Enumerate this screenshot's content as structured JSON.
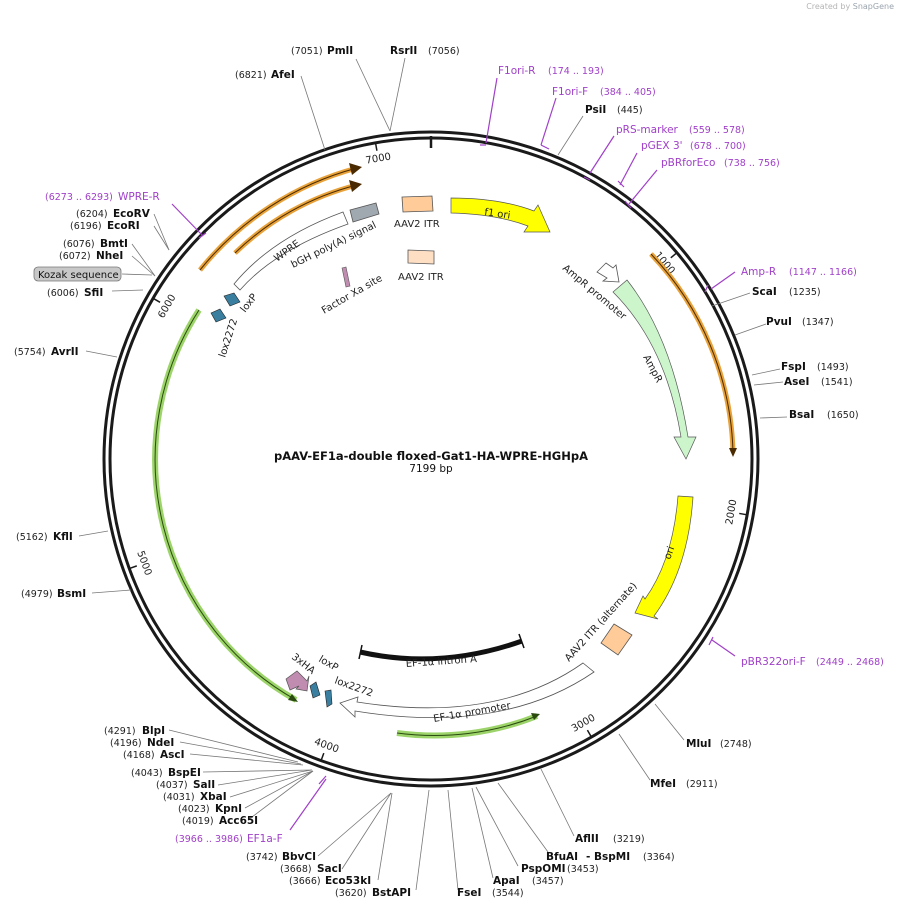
{
  "watermark": {
    "prefix": "Created by",
    "brand": "SnapGene"
  },
  "plasmid": {
    "name": "pAAV-EF1a-double floxed-Gat1-HA-WPRE-HGHpA",
    "size_label": "7199 bp"
  },
  "ticks": [
    {
      "label": "1000",
      "bp": 1000
    },
    {
      "label": "2000",
      "bp": 2000
    },
    {
      "label": "3000",
      "bp": 3000
    },
    {
      "label": "4000",
      "bp": 4000
    },
    {
      "label": "5000",
      "bp": 5000
    },
    {
      "label": "6000",
      "bp": 6000
    },
    {
      "label": "7000",
      "bp": 7000
    }
  ],
  "enzymes": [
    {
      "name": "PmlI",
      "pos": "(7051)"
    },
    {
      "name": "RsrII",
      "pos": "(7056)"
    },
    {
      "name": "AfeI",
      "pos": "(6821)"
    },
    {
      "name": "PsiI",
      "pos": "(445)"
    },
    {
      "name": "ScaI",
      "pos": "(1235)"
    },
    {
      "name": "PvuI",
      "pos": "(1347)"
    },
    {
      "name": "FspI",
      "pos": "(1493)"
    },
    {
      "name": "AseI",
      "pos": "(1541)"
    },
    {
      "name": "BsaI",
      "pos": "(1650)"
    },
    {
      "name": "MluI",
      "pos": "(2748)"
    },
    {
      "name": "MfeI",
      "pos": "(2911)"
    },
    {
      "name": "AflII",
      "pos": "(3219)"
    },
    {
      "name": "BfuAI",
      "pos": ""
    },
    {
      "name": "- BspMI",
      "pos": "(3364)"
    },
    {
      "name": "PspOMI",
      "pos": "(3453)"
    },
    {
      "name": "ApaI",
      "pos": "(3457)"
    },
    {
      "name": "FseI",
      "pos": "(3544)"
    },
    {
      "name": "BstAPI",
      "pos": "(3620)"
    },
    {
      "name": "Eco53kI",
      "pos": "(3666)"
    },
    {
      "name": "SacI",
      "pos": "(3668)"
    },
    {
      "name": "BbvCI",
      "pos": "(3742)"
    },
    {
      "name": "Acc65I",
      "pos": "(4019)"
    },
    {
      "name": "KpnI",
      "pos": "(4023)"
    },
    {
      "name": "XbaI",
      "pos": "(4031)"
    },
    {
      "name": "SalI",
      "pos": "(4037)"
    },
    {
      "name": "BspEI",
      "pos": "(4043)"
    },
    {
      "name": "AscI",
      "pos": "(4168)"
    },
    {
      "name": "NdeI",
      "pos": "(4196)"
    },
    {
      "name": "BlpI",
      "pos": "(4291)"
    },
    {
      "name": "BsmI",
      "pos": "(4979)"
    },
    {
      "name": "KflI",
      "pos": "(5162)"
    },
    {
      "name": "AvrII",
      "pos": "(5754)"
    },
    {
      "name": "SfiI",
      "pos": "(6006)"
    },
    {
      "name": "NheI",
      "pos": "(6072)"
    },
    {
      "name": "BmtI",
      "pos": "(6076)"
    },
    {
      "name": "EcoRI",
      "pos": "(6196)"
    },
    {
      "name": "EcoRV",
      "pos": "(6204)"
    }
  ],
  "primers": [
    {
      "name": "F1ori-R",
      "range": "(174 .. 193)"
    },
    {
      "name": "F1ori-F",
      "range": "(384 .. 405)"
    },
    {
      "name": "pRS-marker",
      "range": "(559 .. 578)"
    },
    {
      "name": "pGEX 3'",
      "range": "(678 .. 700)"
    },
    {
      "name": "pBRforEco",
      "range": "(738 .. 756)"
    },
    {
      "name": "Amp-R",
      "range": "(1147 .. 1166)"
    },
    {
      "name": "pBR322ori-F",
      "range": "(2449 .. 2468)"
    },
    {
      "name": "EF1a-F",
      "range": "(3966 .. 3986)"
    },
    {
      "name": "WPRE-R",
      "range": "(6273 .. 6293)"
    }
  ],
  "kozak": {
    "label": "Kozak sequence"
  },
  "features": [
    {
      "label": "f1 ori"
    },
    {
      "label": "AAV2 ITR"
    },
    {
      "label": "AAV2 ITR"
    },
    {
      "label": "AmpR promoter"
    },
    {
      "label": "AmpR"
    },
    {
      "label": "ori"
    },
    {
      "label": "AAV2 ITR (alternate)"
    },
    {
      "label": "EF-1α intron A"
    },
    {
      "label": "EF-1α promoter"
    },
    {
      "label": "3xHA"
    },
    {
      "label": "loxP"
    },
    {
      "label": "lox2272"
    },
    {
      "label": "Factor Xa site"
    },
    {
      "label": "bGH poly(A) signal"
    },
    {
      "label": "WPRE"
    },
    {
      "label": "loxP"
    },
    {
      "label": "lox2272"
    }
  ],
  "colors": {
    "backbone": "#1a1a1a",
    "primer": "#a040c8",
    "f1ori": "#ffff00",
    "ampr": "#ccf5cc",
    "itr": "#ffcc99",
    "orf": "#e8a23a",
    "cds_green": "#9cd46a",
    "lox": "#3a7fa0",
    "ha": "#c08cb0",
    "bgh": "#a0a8b0"
  }
}
